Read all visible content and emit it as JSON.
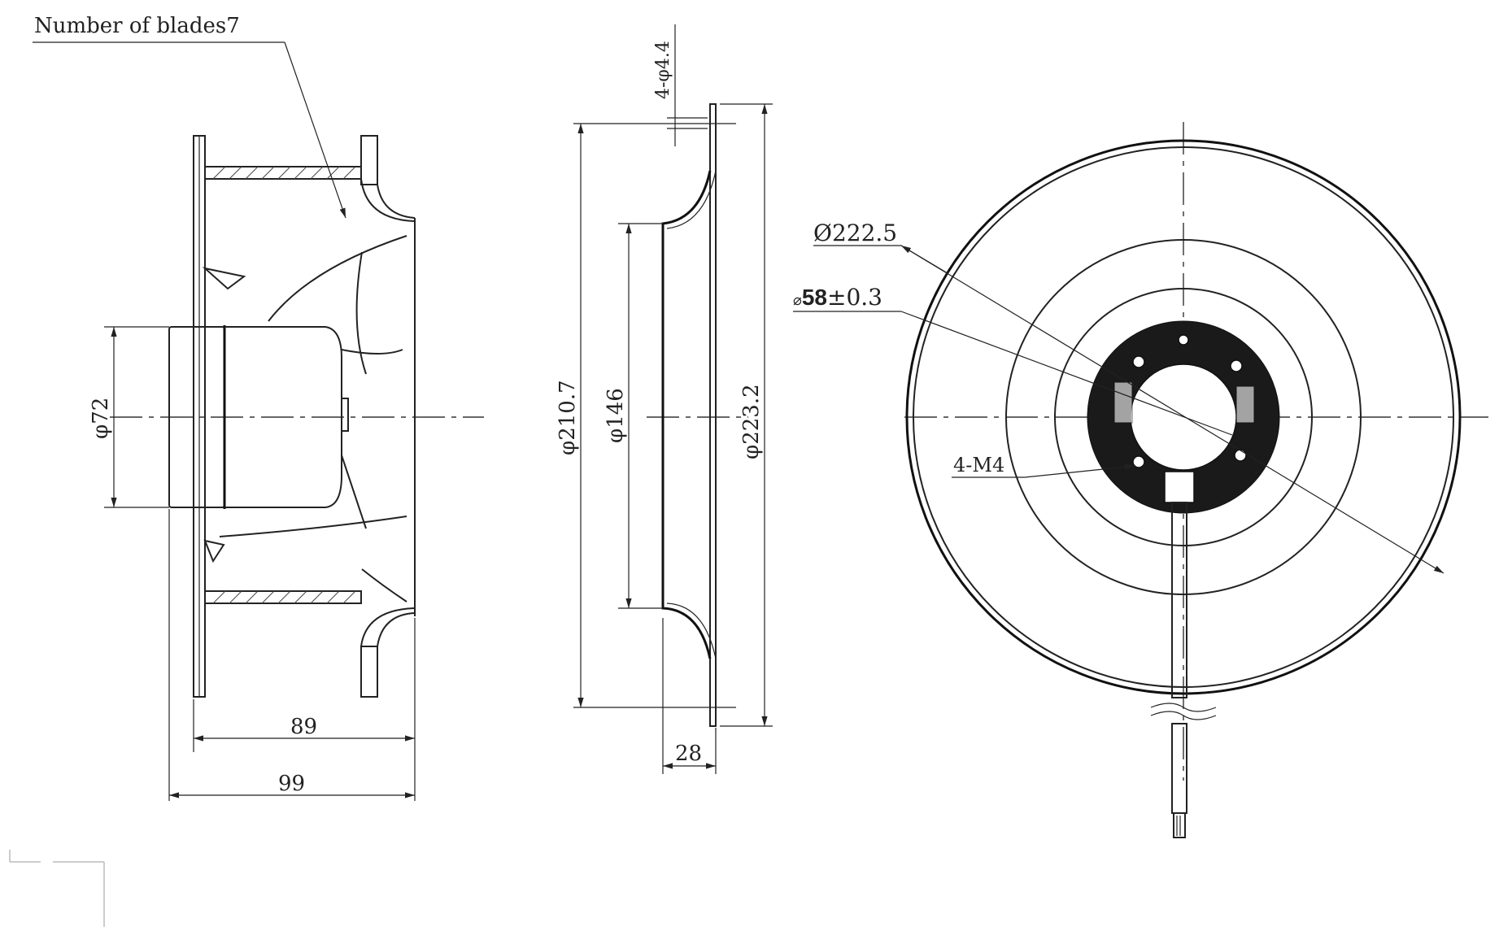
{
  "labels": {
    "blades": "Number of blades7",
    "dia_72": "φ72",
    "len_89": "89",
    "len_99": "99",
    "holes": "4-φ4.4",
    "dia_210_7": "φ210.7",
    "dia_146": "φ146",
    "dia_223_2": "φ223.2",
    "len_28": "28",
    "dia_222_5": "Ø222.5",
    "dia_58_sym": "⌀",
    "dia_58_val": "58",
    "dia_58_tol": "±0.3",
    "m4": "4-M4"
  }
}
